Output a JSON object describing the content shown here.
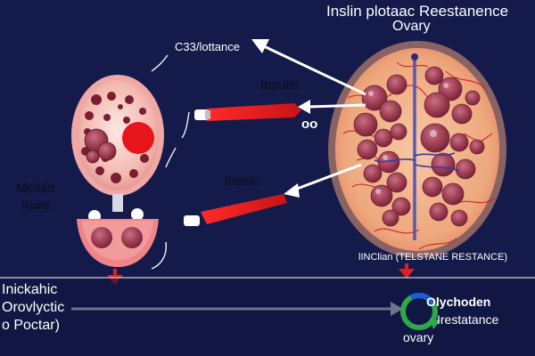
{
  "title_line1": "Inslin plotaac Reestanence",
  "title_line2": "Ovary",
  "label_c3": "C33/lottance",
  "label_insulin_top": "Insulin",
  "label_oo": "oo",
  "label_insulin_mid": "Inssin",
  "label_mcluid": "Mcluid",
  "label_rsine": "Rsine",
  "label_resistance_caption": "lINClian (TELSTANE RESTANCE)",
  "bottom_left": [
    "Inickahic",
    "Orovlyctic",
    "o Poctar)"
  ],
  "bottom_right": [
    "Olychoden",
    "Irestatance",
    "ovary"
  ],
  "colors": {
    "background": "#141a4a",
    "arrow": "#ffffff",
    "insulin_bar": "#e02020",
    "ovary_fill": "#f2b58e",
    "cyst": "#9c3a50"
  },
  "icons": [
    "green-circular-arrow-icon"
  ]
}
